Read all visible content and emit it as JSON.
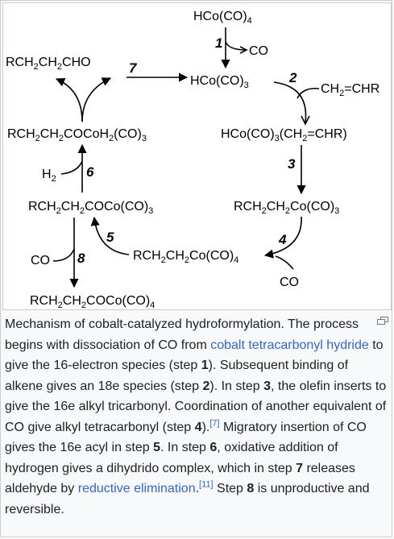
{
  "figure": {
    "species": {
      "hco_co4": [
        "HCo(CO)",
        "4"
      ],
      "hco_co3": [
        "HCo(CO)",
        "3"
      ],
      "aldehyde": [
        "RCH",
        "2",
        "CH",
        "2",
        "CHO"
      ],
      "acyl_dihydride": [
        "RCH",
        "2",
        "CH",
        "2",
        "COCoH",
        "2",
        "(CO)",
        "3"
      ],
      "alkene_complex": [
        "HCo(CO)",
        "3",
        "(CH",
        "2",
        "=CHR)"
      ],
      "alkyl_co3": [
        "RCH",
        "2",
        "CH",
        "2",
        "Co(CO)",
        "3"
      ],
      "acyl_co3": [
        "RCH",
        "2",
        "CH",
        "2",
        "COCo(CO)",
        "3"
      ],
      "alkyl_co4": [
        "RCH",
        "2",
        "CH",
        "2",
        "Co(CO)",
        "4"
      ],
      "acyl_co4": [
        "RCH",
        "2",
        "CH",
        "2",
        "COCo(CO)",
        "4"
      ],
      "alkene": [
        "CH",
        "2",
        "=CHR"
      ],
      "h2": [
        "H",
        "2"
      ],
      "co_step1": "CO",
      "co_step4": "CO",
      "co_step8": "CO"
    },
    "steps": [
      "1",
      "2",
      "3",
      "4",
      "5",
      "6",
      "7",
      "8"
    ]
  },
  "caption": {
    "t1": "Mechanism of cobalt-catalyzed hydroformylation. The process begins with dissociation of CO from ",
    "link1": "cobalt tetracarbonyl hydride",
    "t2": " to give the 16-electron species (step ",
    "s1": "1",
    "t3": "). Subsequent binding of alkene gives an 18e species (step ",
    "s2": "2",
    "t4": "). In step ",
    "s3": "3",
    "t5": ", the olefin inserts to give the 16e alkyl tricarbonyl. Coordination of another equivalent of CO give alkyl tetracarbonyl (step ",
    "s4": "4",
    "t6": ").",
    "ref1": "[7]",
    "t7": " Migratory insertion of CO gives the 16e acyl in step ",
    "s5": "5",
    "t8": ". In step ",
    "s6": "6",
    "t9": ", oxidative addition of hydrogen gives a dihydrido complex, which in step ",
    "s7": "7",
    "t10": " releases aldehyde by ",
    "link2": "reductive elimination",
    "t11": ".",
    "ref2": "[11]",
    "t12": " Step ",
    "s8": "8",
    "t13": " is unproductive and reversible."
  }
}
